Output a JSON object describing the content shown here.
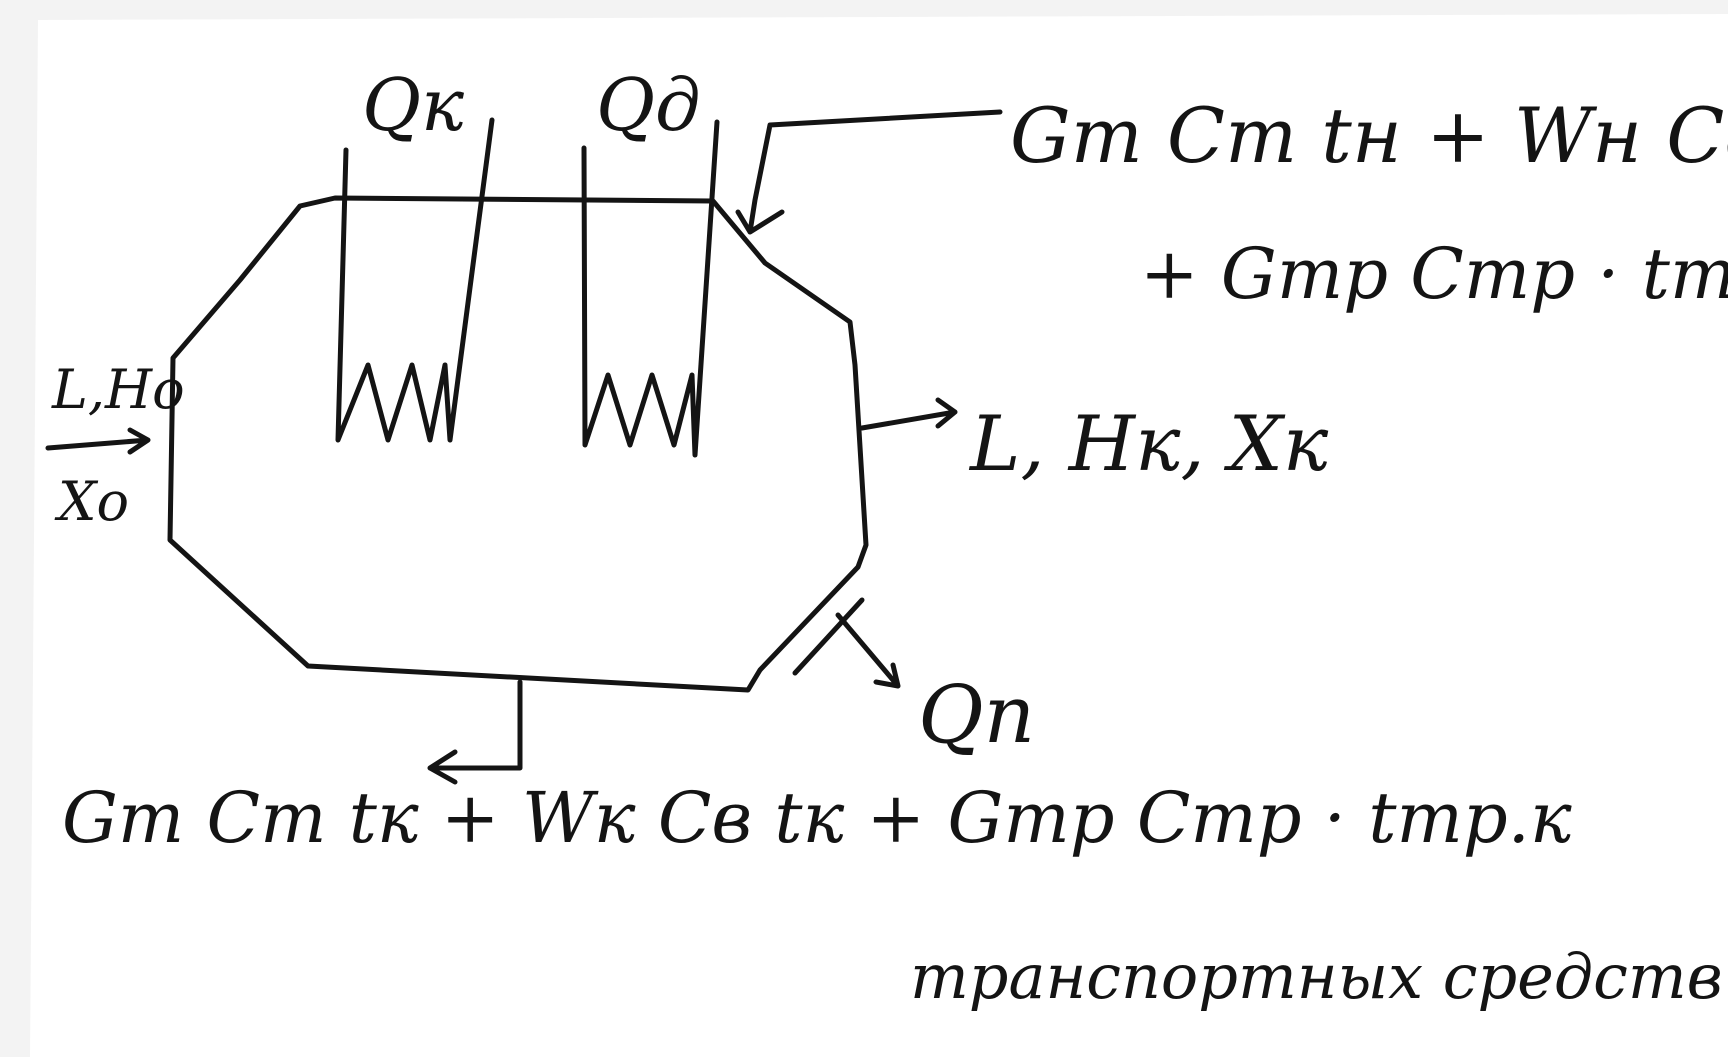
{
  "diagram": {
    "heat_labels": {
      "q_condenser": "Qк",
      "q_additional": "Qд",
      "q_loss": "Qп"
    },
    "input_air": {
      "line1": "L,Hо",
      "line2": "Xо"
    },
    "output_air": "L, Hк, Xк",
    "input_material": {
      "line1": "Gт Cт tн + Wн Cв tн +",
      "line2": "+ Gтр Cтр · tтр.н"
    },
    "output_material": "Gт Cт tк + Wк Cв tк + Gтр Cтр · tтр.к",
    "footnote": "транспортных средств."
  },
  "colors": {
    "paper": "#ffffff",
    "ink": "#141414",
    "edge": "#ededed"
  }
}
